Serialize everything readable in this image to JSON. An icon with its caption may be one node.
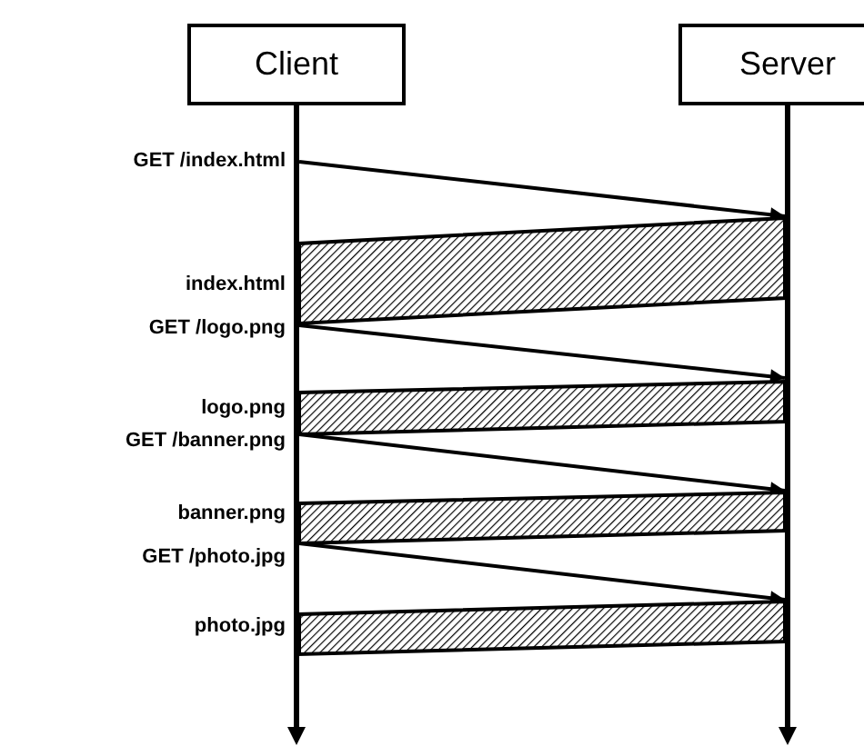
{
  "diagram": {
    "nodes": [
      {
        "text": [
          "Client"
        ]
      },
      {
        "text": [
          "Server"
        ]
      }
    ],
    "edges": [
      {
        "from": 0,
        "to": 1,
        "arrow": "to",
        "label": "GET /index.html"
      },
      {
        "from": 1,
        "to": 0,
        "arrow": "none",
        "style": "thick"
      },
      {
        "from": 0,
        "to": 1,
        "arrow": "to",
        "label": "GET /logo.png"
      },
      {
        "from": 1,
        "to": 0,
        "arrow": "none",
        "style": "thick"
      },
      {
        "from": 0,
        "to": 1,
        "arrow": "to",
        "label": "GET /banner.png"
      },
      {
        "from": 1,
        "to": 0,
        "arrow": "none",
        "style": "thick"
      },
      {
        "from": 0,
        "to": 1,
        "arrow": "to",
        "label": "GET /photo.jpg"
      },
      {
        "from": 1,
        "to": 0,
        "arrow": "none",
        "style": "thick"
      }
    ],
    "labels": [
      "index.html",
      "logo.png",
      "banner.png",
      "photo.jpg"
    ]
  }
}
